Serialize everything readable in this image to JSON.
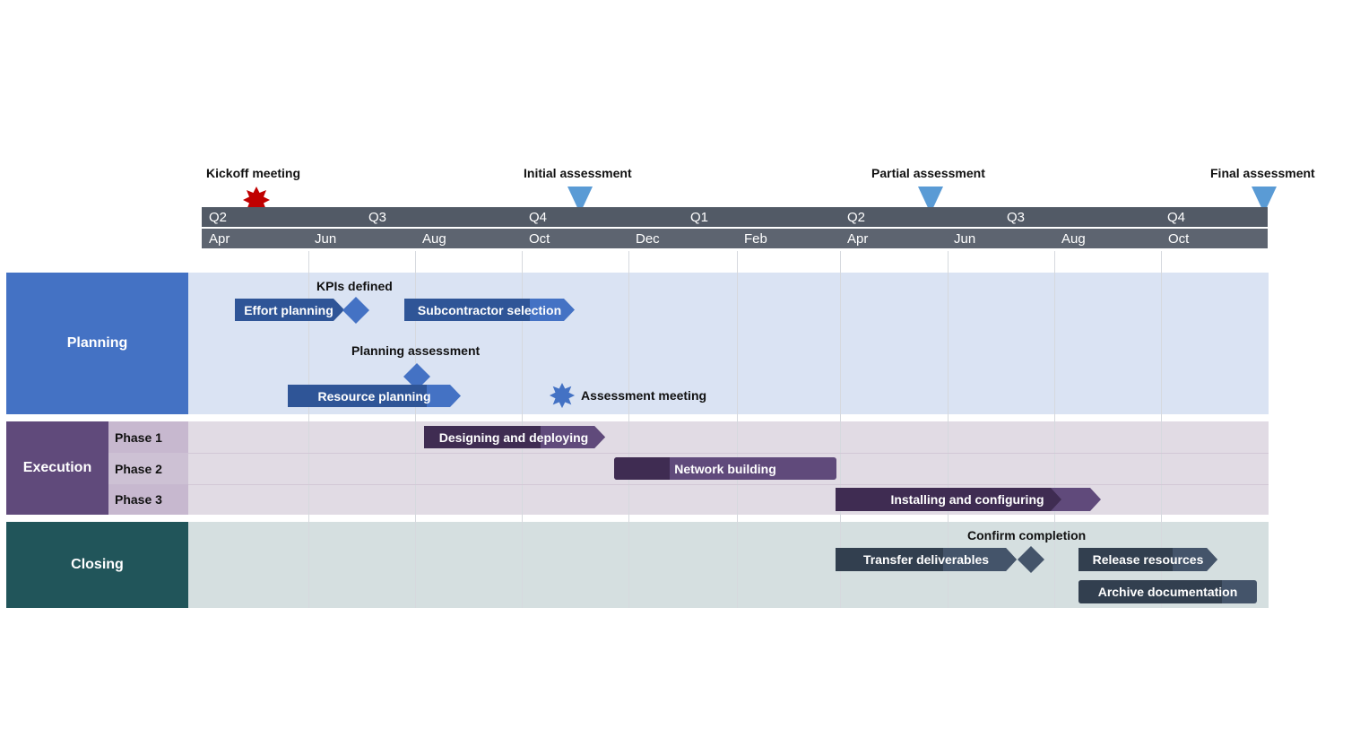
{
  "colors": {
    "planning": "#4472c4",
    "planning_band": "#dae3f3",
    "execution": "#604a7b",
    "execution_band": "#e1dbe4",
    "closing": "#21555a",
    "closing_band": "#d5dfe0",
    "scale": "#525a66",
    "milestone_triangle": "#5a9bd5",
    "kickoff_star": "#c00000"
  },
  "timeline": {
    "quarters": [
      "Q2",
      "Q3",
      "Q4",
      "Q1",
      "Q2",
      "Q3",
      "Q4"
    ],
    "months": [
      "Apr",
      "Jun",
      "Aug",
      "Oct",
      "Dec",
      "Feb",
      "Apr",
      "Jun",
      "Aug",
      "Oct"
    ]
  },
  "top_milestones": [
    {
      "label": "Kickoff meeting",
      "icon": "star-icon"
    },
    {
      "label": "Initial assessment",
      "icon": "triangle-icon"
    },
    {
      "label": "Partial assessment",
      "icon": "triangle-icon"
    },
    {
      "label": "Final assessment",
      "icon": "triangle-icon"
    }
  ],
  "planning": {
    "title": "Planning",
    "tasks": [
      "Effort planning",
      "Subcontractor selection",
      "Resource planning"
    ],
    "milestones": [
      "KPIs defined",
      "Planning assessment",
      "Assessment meeting"
    ]
  },
  "execution": {
    "title": "Execution",
    "phases": [
      "Phase 1",
      "Phase 2",
      "Phase 3"
    ],
    "tasks": [
      "Designing and deploying",
      "Network building",
      "Installing and configuring"
    ]
  },
  "closing": {
    "title": "Closing",
    "tasks": [
      "Transfer deliverables",
      "Release resources",
      "Archive documentation"
    ],
    "milestones": [
      "Confirm completion"
    ]
  }
}
